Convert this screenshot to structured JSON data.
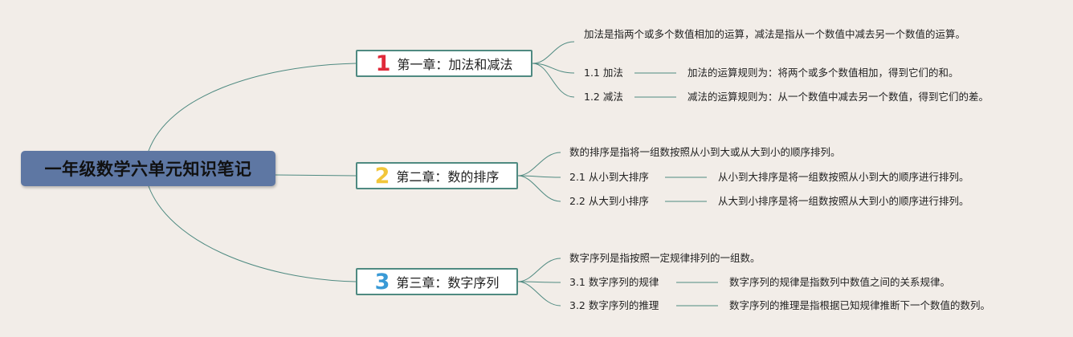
{
  "root": {
    "title": "一年级数学六单元知识笔记"
  },
  "chapters": [
    {
      "number": "1",
      "number_color": "#e02a3a",
      "title": "第一章：加法和减法",
      "summary": "加法是指两个或多个数值相加的运算，减法是指从一个数值中减去另一个数值的运算。",
      "items": [
        {
          "label": "1.1 加法",
          "detail": "加法的运算规则为：将两个或多个数值相加，得到它们的和。"
        },
        {
          "label": "1.2 减法",
          "detail": "减法的运算规则为：从一个数值中减去另一个数值，得到它们的差。"
        }
      ]
    },
    {
      "number": "2",
      "number_color": "#f2c63a",
      "title": "第二章：数的排序",
      "summary": "数的排序是指将一组数按照从小到大或从大到小的顺序排列。",
      "items": [
        {
          "label": "2.1 从小到大排序",
          "detail": "从小到大排序是将一组数按照从小到大的顺序进行排列。"
        },
        {
          "label": "2.2 从大到小排序",
          "detail": "从大到小排序是将一组数按照从大到小的顺序进行排列。"
        }
      ]
    },
    {
      "number": "3",
      "number_color": "#3a9ad6",
      "title": "第三章：数字序列",
      "summary": "数字序列是指按照一定规律排列的一组数。",
      "items": [
        {
          "label": "3.1 数字序列的规律",
          "detail": "数字序列的规律是指数列中数值之间的关系规律。"
        },
        {
          "label": "3.2 数字序列的推理",
          "detail": "数字序列的推理是指根据已知规律推断下一个数值的数列。"
        }
      ]
    }
  ],
  "colors": {
    "line": "#4f8a81",
    "root_bg": "#5e77a3",
    "background": "#f2ede8"
  }
}
